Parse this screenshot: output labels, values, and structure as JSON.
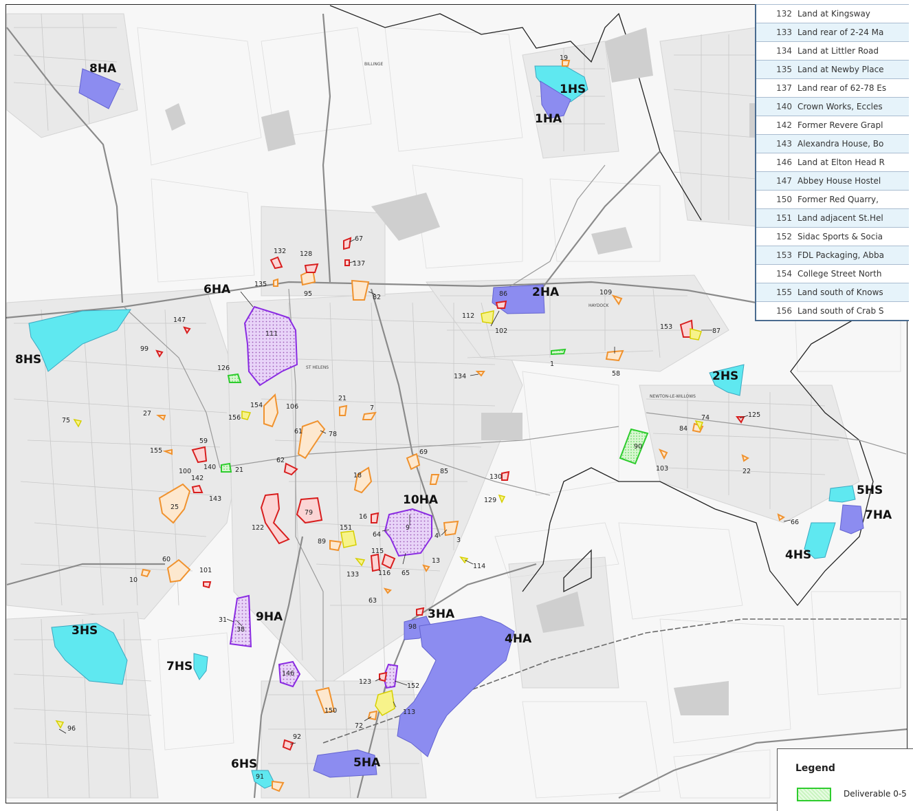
{
  "map": {
    "town_labels": [
      {
        "id": "billinge",
        "text": "BILLINGE"
      },
      {
        "id": "sthelens",
        "text": "ST HELENS"
      },
      {
        "id": "haydock",
        "text": "HAYDOCK"
      },
      {
        "id": "newton",
        "text": "NEWTON-LE-WILLOWS"
      }
    ],
    "allocation_labels": {
      "a1HS": "1HS",
      "a1HA": "1HA",
      "a2HA": "2HA",
      "a2HS": "2HS",
      "a3HA": "3HA",
      "a3HS": "3HS",
      "a4HA": "4HA",
      "a4HS": "4HS",
      "a5HA": "5HA",
      "a5HS": "5HS",
      "a6HA": "6HA",
      "a6HS": "6HS",
      "a7HA": "7HA",
      "a7HS": "7HS",
      "a8HA": "8HA",
      "a8HS": "8HS",
      "a9HA": "9HA",
      "a10HA": "10HA"
    },
    "site_numbers": {
      "s19": "19",
      "s67": "67",
      "s132": "132",
      "s128": "128",
      "s137": "137",
      "s135": "135",
      "s95": "95",
      "s82": "82",
      "s86": "86",
      "s109": "109",
      "s112": "112",
      "s102": "102",
      "s153": "153",
      "s87": "87",
      "s1": "1",
      "s58": "58",
      "s147": "147",
      "s111": "111",
      "s99": "99",
      "s126": "126",
      "s134": "134",
      "s21a": "21",
      "s7": "7",
      "s154": "154",
      "s106": "106",
      "s156": "156",
      "s27": "27",
      "s75": "75",
      "s61": "61",
      "s78": "78",
      "s59": "59",
      "s155": "155",
      "s140": "140",
      "s21b": "21",
      "s100": "100",
      "s142": "142",
      "s143": "143",
      "s62": "62",
      "s69": "69",
      "s85": "85",
      "s18": "18",
      "s130": "130",
      "s129": "129",
      "s74": "74",
      "s84": "84",
      "s125": "125",
      "s90": "90",
      "s103": "103",
      "s22": "22",
      "s66": "66",
      "s25": "25",
      "s122": "122",
      "s79": "79",
      "s16": "16",
      "s64": "64",
      "s9": "9",
      "s4": "4",
      "s3": "3",
      "s151": "151",
      "s89": "89",
      "s115": "115",
      "s133": "133",
      "s116": "116",
      "s65": "65",
      "s13": "13",
      "s114": "114",
      "s60": "60",
      "s10": "10",
      "s101": "101",
      "s63": "63",
      "s31": "31",
      "s38": "38",
      "s98": "98",
      "s146": "146",
      "s123": "123",
      "s152": "152",
      "s150": "150",
      "s113": "113",
      "s72": "72",
      "s96": "96",
      "s92": "92",
      "s91": "91"
    }
  },
  "site_table": [
    {
      "num": "132",
      "name": "Land at Kingsway"
    },
    {
      "num": "133",
      "name": "Land rear of 2-24 Ma"
    },
    {
      "num": "134",
      "name": "Land at Littler Road"
    },
    {
      "num": "135",
      "name": "Land at Newby Place"
    },
    {
      "num": "137",
      "name": "Land rear of 62-78 Es"
    },
    {
      "num": "140",
      "name": "Crown Works, Eccles"
    },
    {
      "num": "142",
      "name": "Former Revere Grapl"
    },
    {
      "num": "143",
      "name": "Alexandra House, Bo"
    },
    {
      "num": "146",
      "name": "Land at Elton Head R"
    },
    {
      "num": "147",
      "name": "Abbey House Hostel"
    },
    {
      "num": "150",
      "name": "Former Red Quarry, "
    },
    {
      "num": "151",
      "name": "Land adjacent St.Hel"
    },
    {
      "num": "152",
      "name": "Sidac Sports & Socia"
    },
    {
      "num": "153",
      "name": "FDL Packaging, Abba"
    },
    {
      "num": "154",
      "name": "College Street North"
    },
    {
      "num": "155",
      "name": "Land south of Knows"
    },
    {
      "num": "156",
      "name": "Land south of Crab S"
    }
  ],
  "legend": {
    "title": "Legend",
    "item_label": "Deliverable 0-5",
    "colors": {
      "deliverable_green": "#2ecc2e",
      "orange": "#f0922e",
      "red": "#d81e1e",
      "yellow": "#f2ec1c",
      "purple": "#8a2be2",
      "allocation_blue": "#8c8cf0",
      "safeguarded_cyan": "#5fe8f0"
    }
  }
}
